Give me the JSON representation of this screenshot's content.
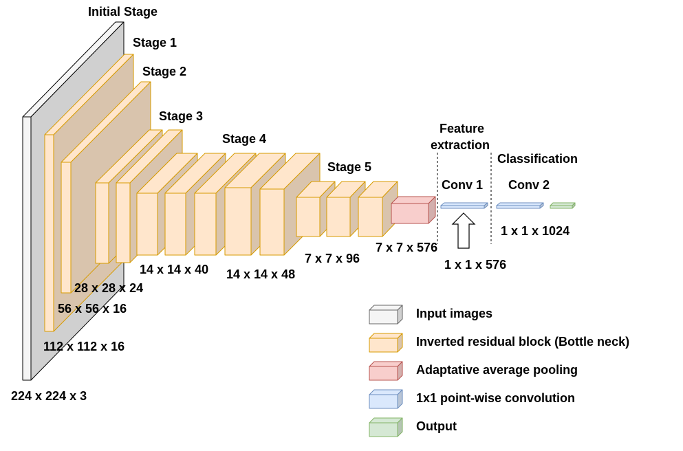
{
  "stages": {
    "initial": "Initial Stage",
    "s1": "Stage 1",
    "s2": "Stage 2",
    "s3": "Stage 3",
    "s4": "Stage 4",
    "s5": "Stage 5"
  },
  "dims": {
    "d224": "224 x 224 x 3",
    "d112": "112 x 112 x 16",
    "d56": "56 x 56 x 16",
    "d28": "28 x 28 x 24",
    "d14a": "14 x 14 x 40",
    "d14b": "14 x 14 x 48",
    "d7a": "7 x 7 x 96",
    "d7b": "7 x 7 x 576",
    "d1a": "1 x 1 x 576",
    "d1b": "1 x 1 x 1024"
  },
  "sections": {
    "feature1": "Feature",
    "feature2": "extraction",
    "classification": "Classification",
    "conv1": "Conv 1",
    "conv2": "Conv 2"
  },
  "legend": [
    {
      "label": "Input images",
      "color": "#f5f5f5",
      "stroke": "#666666"
    },
    {
      "label": "Inverted residual block (Bottle neck)",
      "color": "#ffe6cc",
      "stroke": "#d79b00"
    },
    {
      "label": "Adaptative average pooling",
      "color": "#f8cecc",
      "stroke": "#b85450"
    },
    {
      "label": "1x1 point-wise convolution",
      "color": "#dae8fc",
      "stroke": "#6c8ebf"
    },
    {
      "label": "Output",
      "color": "#d5e8d4",
      "stroke": "#82b366"
    }
  ],
  "colors": {
    "input_fill": "#f5f5f5",
    "input_stroke": "#000000",
    "block_fill": "#ffe6cc",
    "block_stroke": "#d79b00",
    "pool_fill": "#f8cecc",
    "pool_stroke": "#b85450",
    "conv_fill": "#dae8fc",
    "conv_stroke": "#6c8ebf",
    "out_fill": "#d5e8d4",
    "out_stroke": "#82b366"
  }
}
